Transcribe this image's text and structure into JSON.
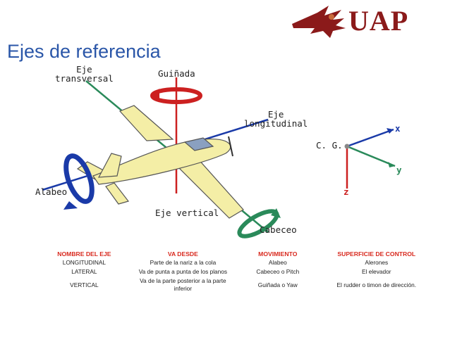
{
  "slide": {
    "title": "Ejes de referencia"
  },
  "logo": {
    "text": "UAP"
  },
  "figure": {
    "labels": {
      "eje_transversal": "Eje\ntransversal",
      "guinada": "Guiñada",
      "eje_longitudinal": "Eje\nlongitudinal",
      "alabeo": "Alabeo",
      "eje_vertical": "Eje vertical",
      "cabeceo": "Cabeceo",
      "cg": "C. G.",
      "x": "x",
      "y": "y",
      "z": "z"
    }
  },
  "table": {
    "headers": [
      "NOMBRE DEL EJE",
      "VA DESDE",
      "MOVIMIENTO",
      "SUPERFICIE DE CONTROL"
    ],
    "rows": [
      [
        "LONGITUDINAL",
        "Parte de la nariz a la cola",
        "Alabeo",
        "Alerones"
      ],
      [
        "LATERAL",
        "Va de punta a punta de los planos",
        "Cabeceo o Pitch",
        "El elevador"
      ],
      [
        "VERTICAL",
        "Va de la parte posterior a la parte inferior",
        "Guiñada o Yaw",
        "El rudder o timon de dirección."
      ]
    ]
  },
  "colors": {
    "title": "#2a56a8",
    "logo": "#8b1a1a",
    "header": "#d8281d"
  }
}
